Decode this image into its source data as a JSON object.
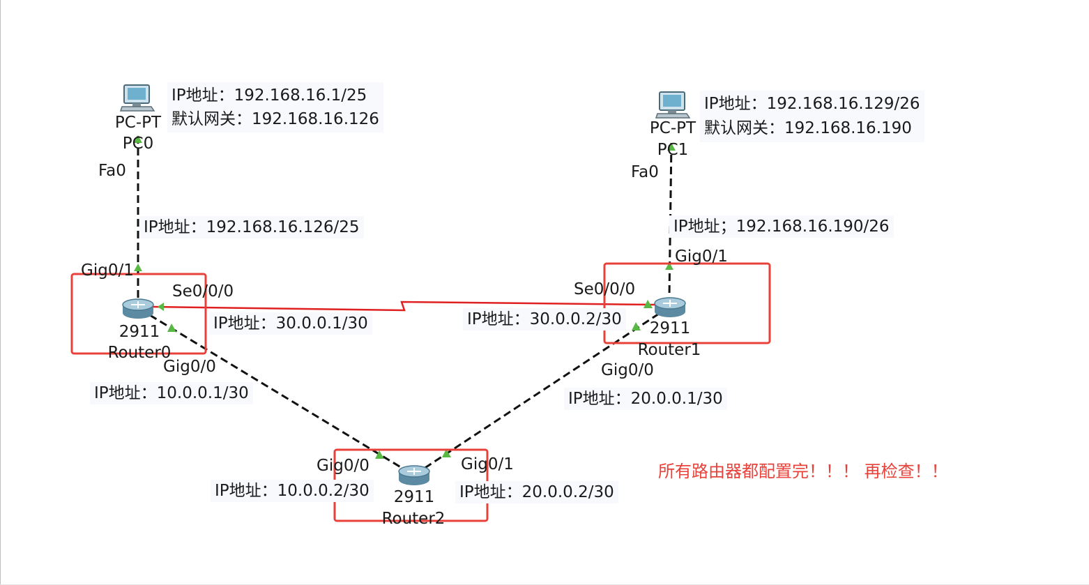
{
  "colors": {
    "cable": "#111111",
    "serial_cable": "#e02020",
    "highlight_box": "#e8413a",
    "port_marker": "#59b843",
    "note_text": "#e8413a",
    "label_bg": "#f7f9fd"
  },
  "devices": {
    "pc0": {
      "icon": "pc-icon",
      "model": "PC-PT",
      "name": "PC0"
    },
    "pc1": {
      "icon": "pc-icon",
      "model": "PC-PT",
      "name": "PC1"
    },
    "router0": {
      "icon": "router-icon",
      "model": "2911",
      "name": "Router0"
    },
    "router1": {
      "icon": "router-icon",
      "model": "2911",
      "name": "Router1"
    },
    "router2": {
      "icon": "router-icon",
      "model": "2911",
      "name": "Router2"
    }
  },
  "ports": {
    "pc0_fa0": "Fa0",
    "pc1_fa0": "Fa0",
    "r0_gig01": "Gig0/1",
    "r0_se000": "Se0/0/0",
    "r0_gig00": "Gig0/0",
    "r1_gig01": "Gig0/1",
    "r1_se000": "Se0/0/0",
    "r1_gig00": "Gig0/0",
    "r2_gig00": "Gig0/0",
    "r2_gig01": "Gig0/1"
  },
  "addresses": {
    "pc0_ip": "IP地址：192.168.16.1/25",
    "pc0_gw": "默认网关：192.168.16.126",
    "pc1_ip": "IP地址：192.168.16.129/26",
    "pc1_gw": "默认网关：192.168.16.190",
    "r0_g01_ip": "IP地址：192.168.16.126/25",
    "r1_g01_ip": "IP地址；192.168.16.190/26",
    "r0_se_ip": "IP地址：30.0.0.1/30",
    "r1_se_ip": "IP地址：30.0.0.2/30",
    "r0_g00_ip": "IP地址：10.0.0.1/30",
    "r1_g00_ip": "IP地址：20.0.0.1/30",
    "r2_g00_ip": "IP地址：10.0.0.2/30",
    "r2_g01_ip": "IP地址：20.0.0.2/30"
  },
  "note": "所有路由器都配置完！！！ 再检查！！"
}
